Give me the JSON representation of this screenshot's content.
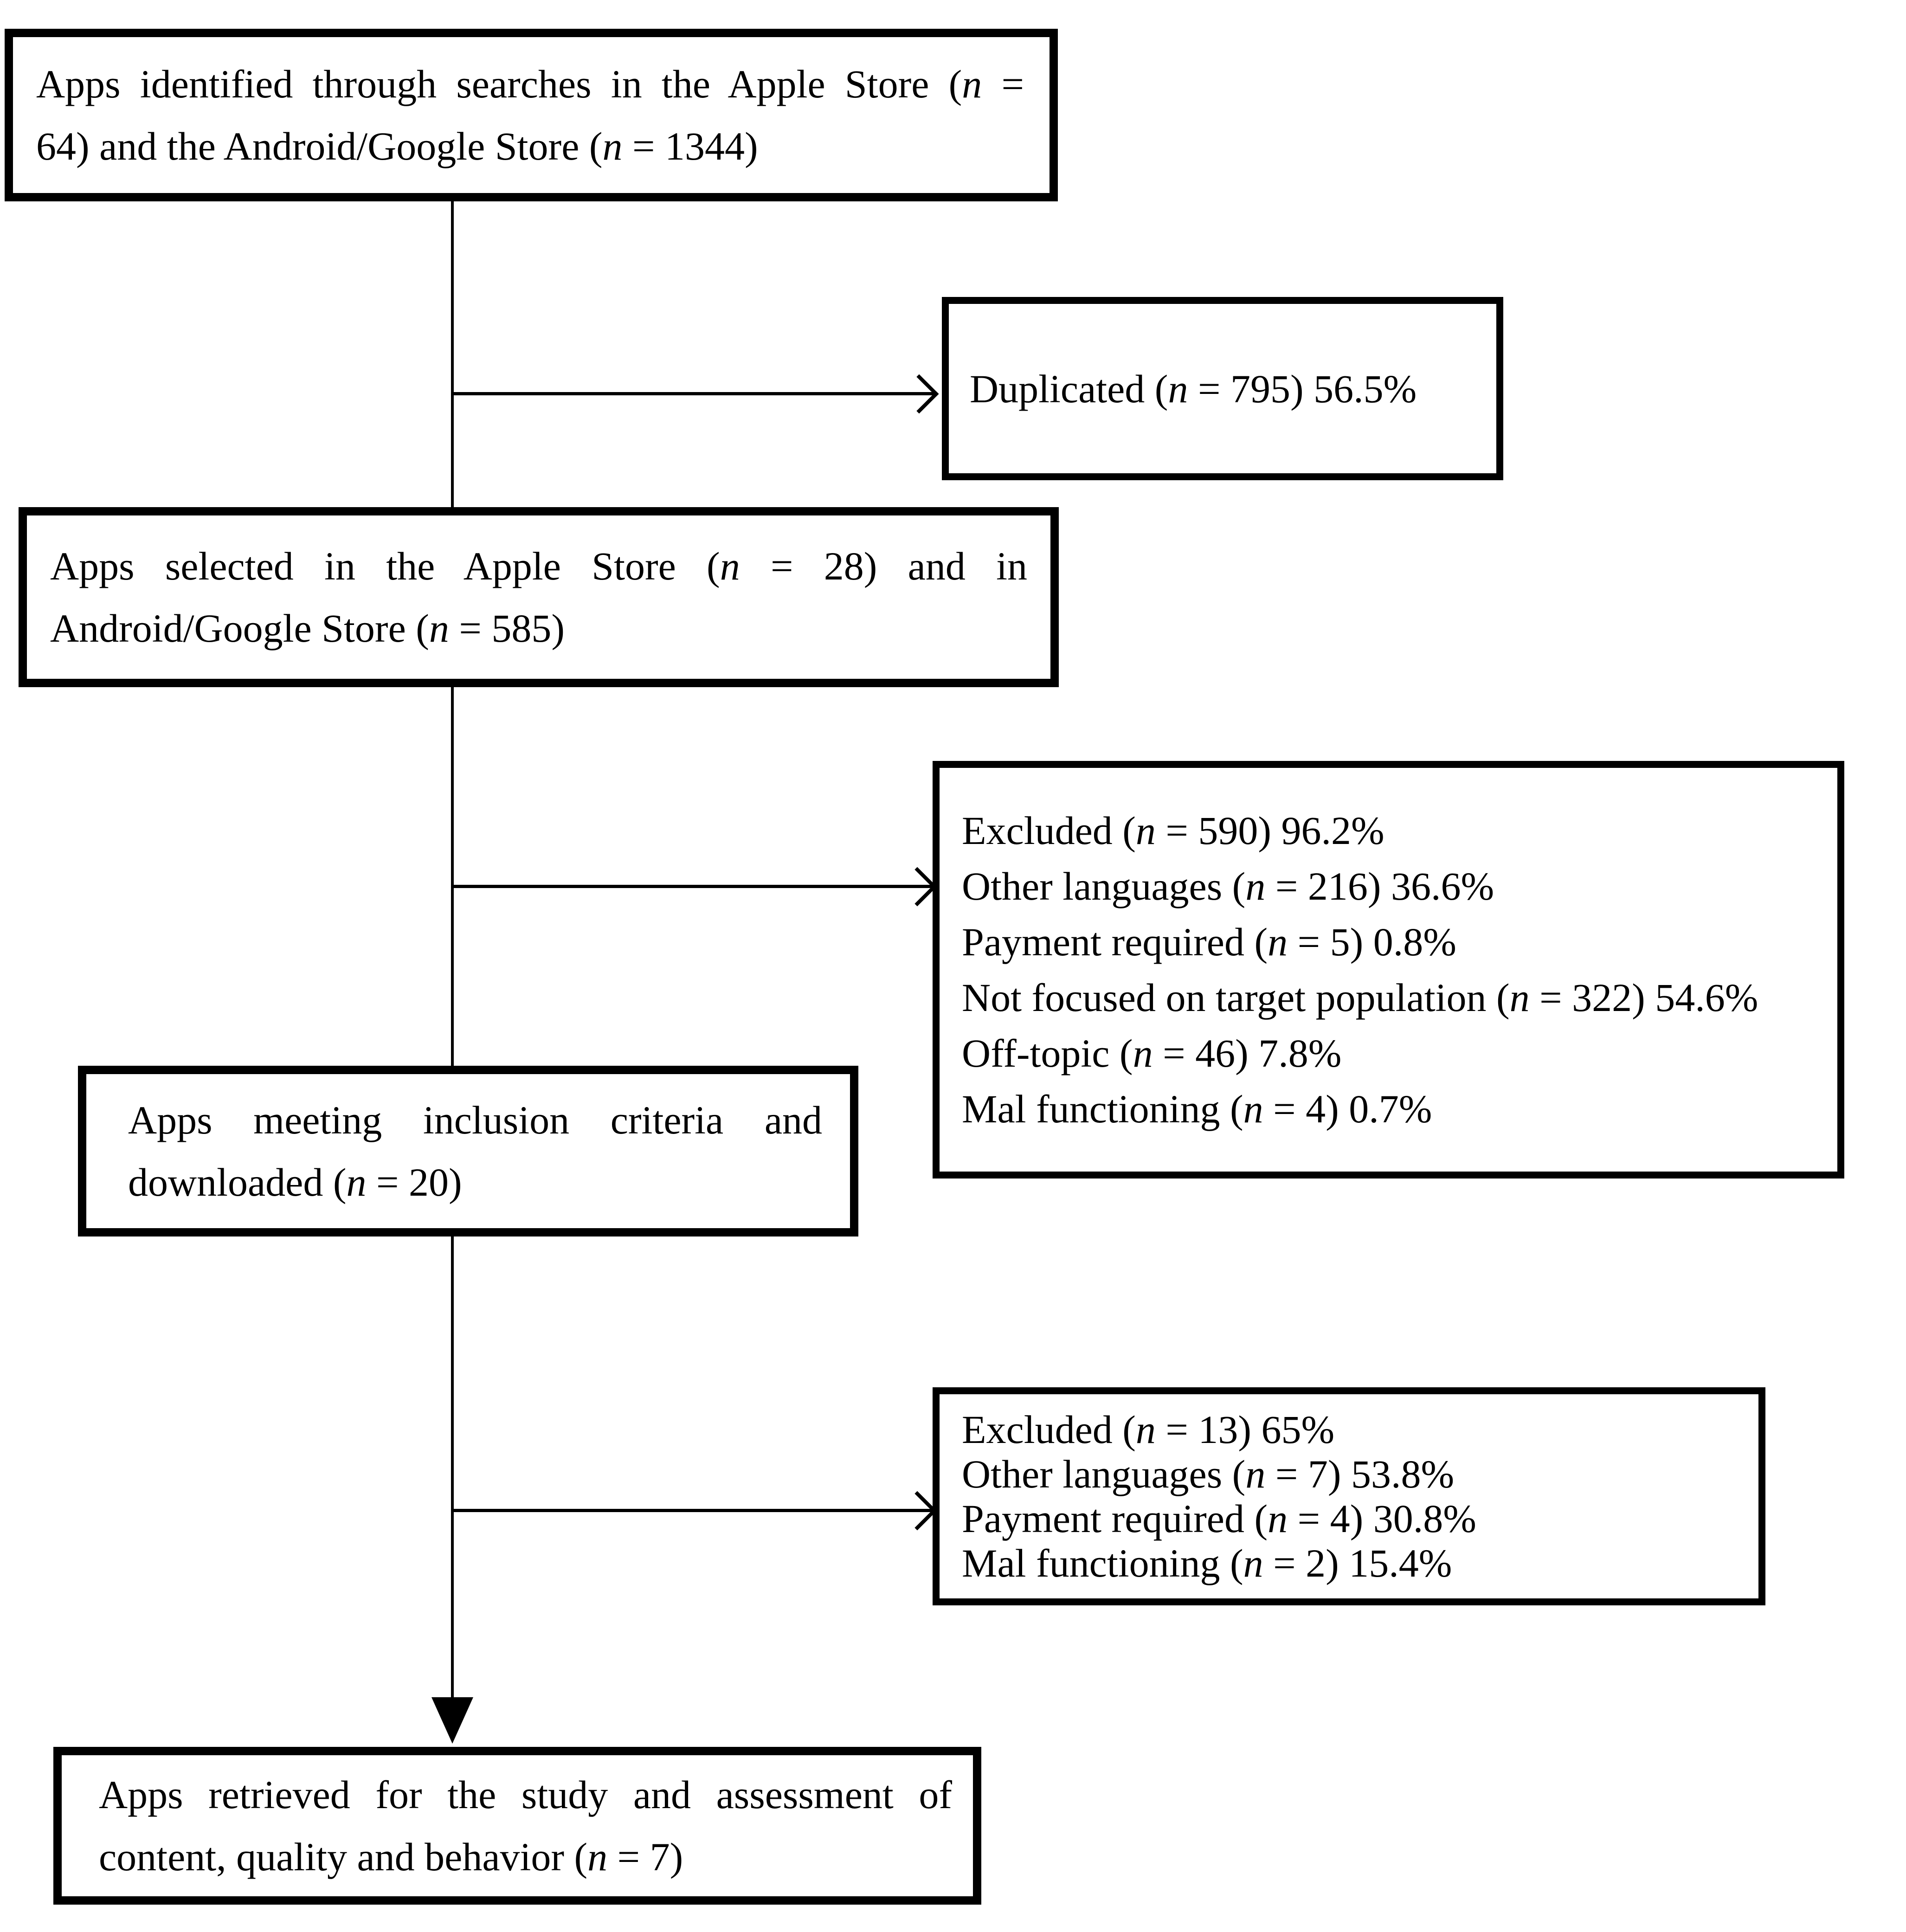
{
  "figure": {
    "background_color": "#ffffff",
    "line_color": "#000000",
    "description": "App selection flow diagram"
  },
  "nodes": [
    {
      "id": "identified",
      "lines": [
        "Apps identified through searches in the Apple Store (n =",
        "64) and the Android/Google Store (n = 1344)"
      ]
    },
    {
      "id": "duplicated",
      "lines": [
        "Duplicated (n = 795) 56.5%"
      ]
    },
    {
      "id": "selected",
      "lines": [
        "Apps selected in the Apple Store (n = 28) and in",
        "Android/Google Store (n = 585)"
      ]
    },
    {
      "id": "excluded-screening",
      "lines": [
        "Excluded (n = 590) 96.2%",
        "Other languages (n = 216) 36.6%",
        "Payment required (n = 5) 0.8%",
        "Not focused on target population (n = 322) 54.6%",
        "Off-topic (n = 46) 7.8%",
        "Mal functioning (n = 4) 0.7%"
      ]
    },
    {
      "id": "meeting",
      "lines": [
        "Apps meeting inclusion criteria and",
        "downloaded (n = 20)"
      ]
    },
    {
      "id": "excluded-download",
      "lines": [
        "Excluded (n = 13) 65%",
        "Other languages (n = 7) 53.8%",
        "Payment required (n = 4) 30.8%",
        "Mal functioning (n = 2) 15.4%"
      ]
    },
    {
      "id": "retrieved",
      "lines": [
        "Apps retrieved for the study and assessment of",
        "content, quality and behavior (n = 7)"
      ]
    }
  ]
}
